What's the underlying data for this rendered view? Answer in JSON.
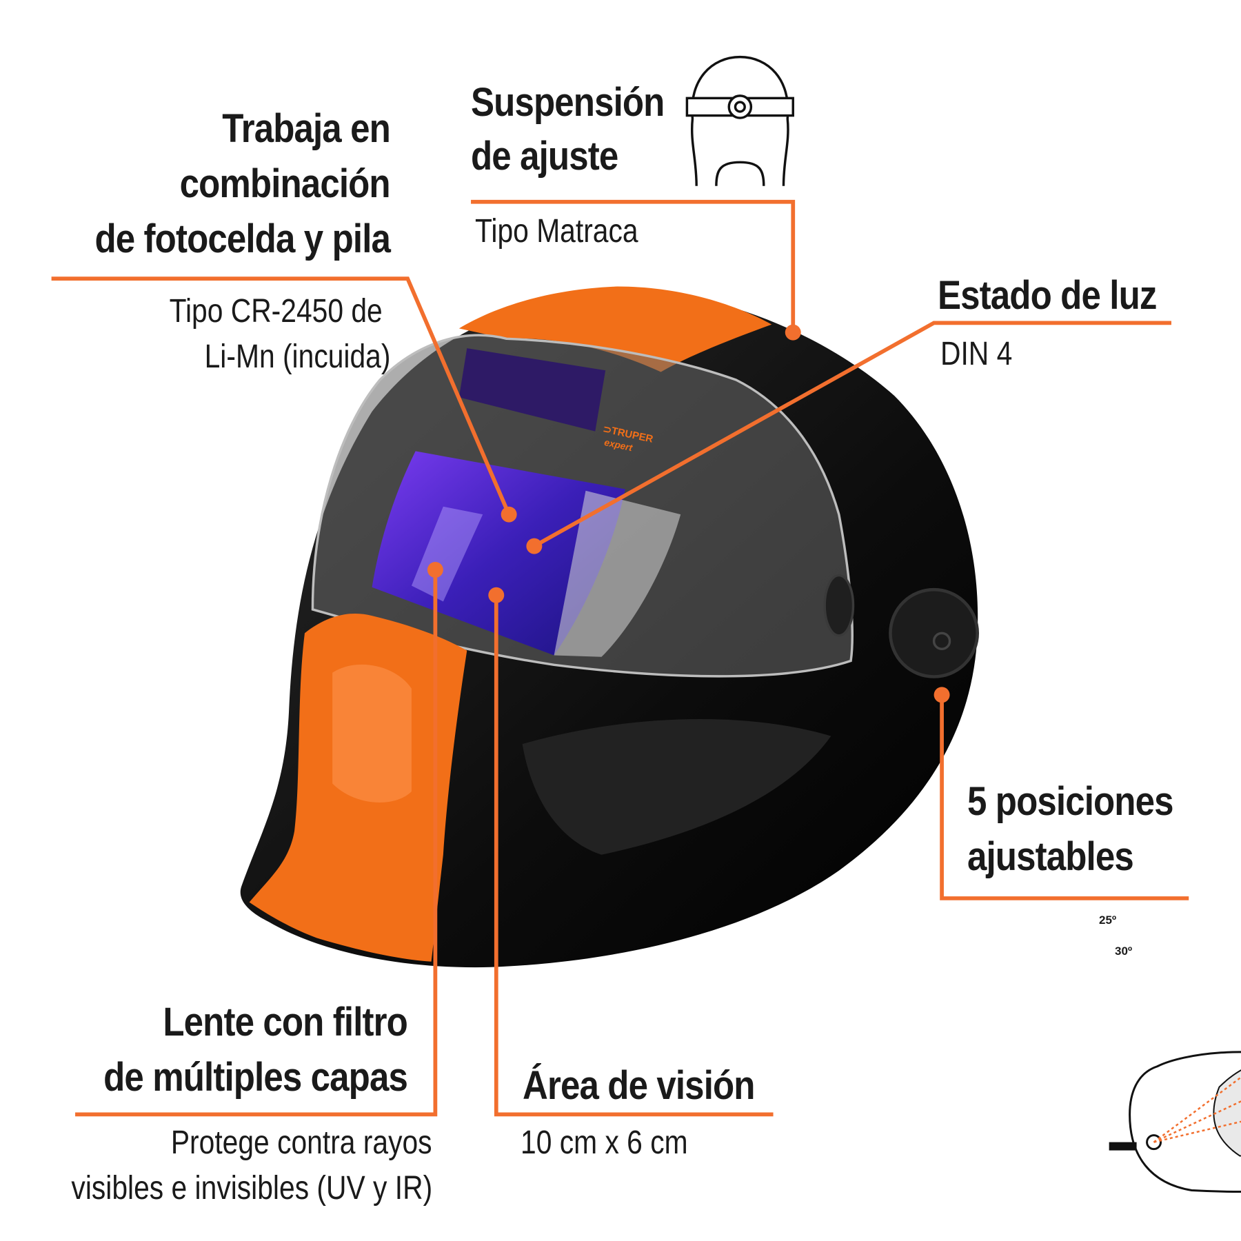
{
  "colors": {
    "accent": "#f26f2e",
    "helmet": "#111111",
    "lens": "#4b2ad0",
    "text": "#1a1a1a"
  },
  "callouts": {
    "battery": {
      "title_lines": [
        "Trabaja en",
        "combinación",
        "de fotocelda y pila"
      ],
      "detail_lines": [
        "Tipo CR-2450 de",
        "Li-Mn (incuida)"
      ]
    },
    "suspension": {
      "title_lines": [
        "Suspensión",
        "de ajuste"
      ],
      "detail": "Tipo Matraca",
      "icon": "head-ratchet-icon"
    },
    "light_state": {
      "title": "Estado de luz",
      "detail": "DIN 4"
    },
    "positions": {
      "title_lines": [
        "5 posiciones",
        "ajustables"
      ],
      "angles": [
        "25º",
        "30º"
      ],
      "icon": "helmet-angle-diagram-icon"
    },
    "lens": {
      "title_lines": [
        "Lente con filtro",
        "de múltiples capas"
      ],
      "detail_lines": [
        "Protege contra rayos",
        "visibles e invisibles (UV y IR)"
      ]
    },
    "view_area": {
      "title": "Área de visión",
      "detail": "10 cm x 6 cm"
    }
  },
  "logo": {
    "brand": "TRUPER",
    "sub": "expert"
  }
}
